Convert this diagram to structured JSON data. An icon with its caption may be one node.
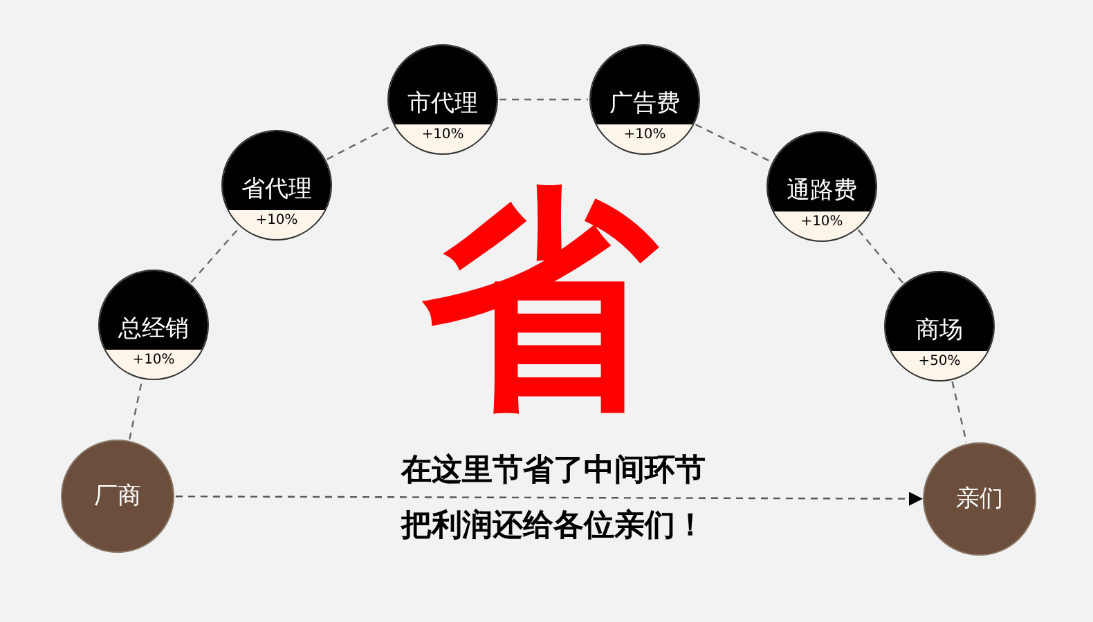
{
  "diagram": {
    "nodes": [
      {
        "text": [
          "厂商"
        ]
      },
      {
        "text": [
          "总经销",
          "+10%"
        ]
      },
      {
        "text": [
          "省代理",
          "+10%"
        ]
      },
      {
        "text": [
          "市代理",
          "+10%"
        ]
      },
      {
        "text": [
          "广告费",
          "+10%"
        ]
      },
      {
        "text": [
          "通路费",
          "+10%"
        ]
      },
      {
        "text": [
          "商场",
          "+50%"
        ]
      },
      {
        "text": [
          "亲们"
        ]
      }
    ],
    "edges": [
      {
        "from": 0,
        "to": 1,
        "arrow": "none",
        "style": "dashed"
      },
      {
        "from": 1,
        "to": 2,
        "arrow": "none",
        "style": "dashed"
      },
      {
        "from": 2,
        "to": 3,
        "arrow": "none",
        "style": "dashed"
      },
      {
        "from": 3,
        "to": 4,
        "arrow": "none",
        "style": "dashed"
      },
      {
        "from": 4,
        "to": 5,
        "arrow": "none",
        "style": "dashed"
      },
      {
        "from": 5,
        "to": 6,
        "arrow": "none",
        "style": "dashed"
      },
      {
        "from": 6,
        "to": 7,
        "arrow": "none",
        "style": "dashed"
      },
      {
        "from": 0,
        "to": 7,
        "arrow": "to",
        "style": "dashed"
      }
    ],
    "labels": [
      "省",
      "在这里节省了中间环节",
      "把利润还给各位亲们！"
    ]
  }
}
